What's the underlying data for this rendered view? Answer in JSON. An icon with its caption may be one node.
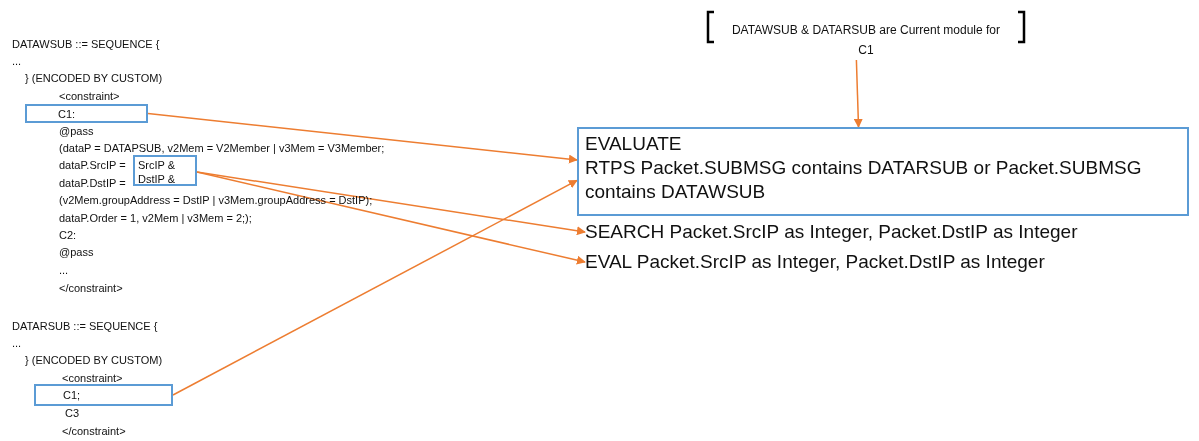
{
  "diagram": {
    "nodes": [
      {
        "text": [
          "C1:"
        ]
      },
      {
        "text": [
          "SrcIP &",
          "DstIP &"
        ]
      },
      {
        "text": [
          "C1;"
        ]
      },
      {
        "text": [
          "DATAWSUB & DATARSUB are Current module for C1"
        ]
      },
      {
        "text": [
          "EVALUATE",
          "RTPS Packet.SUBMSG contains DATARSUB or Packet.SUBMSG contains DATAWSUB"
        ]
      },
      {
        "text": [
          "SEARCH Packet.SrcIP as Integer, Packet.DstIP as Integer"
        ]
      },
      {
        "text": [
          "EVAL Packet.SrcIP as Integer, Packet.DstIP as Integer"
        ]
      }
    ],
    "edges": [
      {
        "from": 0,
        "to": 4,
        "arrow": "to"
      },
      {
        "from": 1,
        "to": 5,
        "arrow": "to"
      },
      {
        "from": 1,
        "to": 6,
        "arrow": "to"
      },
      {
        "from": 2,
        "to": 4,
        "arrow": "to"
      },
      {
        "from": 3,
        "to": 4,
        "arrow": "to"
      }
    ],
    "labels": [
      "DATAWSUB ::= SEQUENCE {",
      "...",
      "} (ENCODED BY CUSTOM)",
      "<constraint>",
      "@pass",
      "(dataP = DATAPSUB, v2Mem = V2Member | v3Mem = V3Member;",
      "dataP.SrcIP =",
      "dataP.DstIP =",
      "(v2Mem.groupAddress = DstIP | v3Mem.groupAddress = DstIP);",
      "dataP.Order = 1, v2Mem | v3Mem = 2;);",
      "C2:",
      "@pass",
      "...",
      "</constraint>",
      "DATARSUB ::= SEQUENCE {",
      "...",
      "} (ENCODED BY CUSTOM)",
      "<constraint>",
      "C3",
      "</constraint>"
    ]
  }
}
